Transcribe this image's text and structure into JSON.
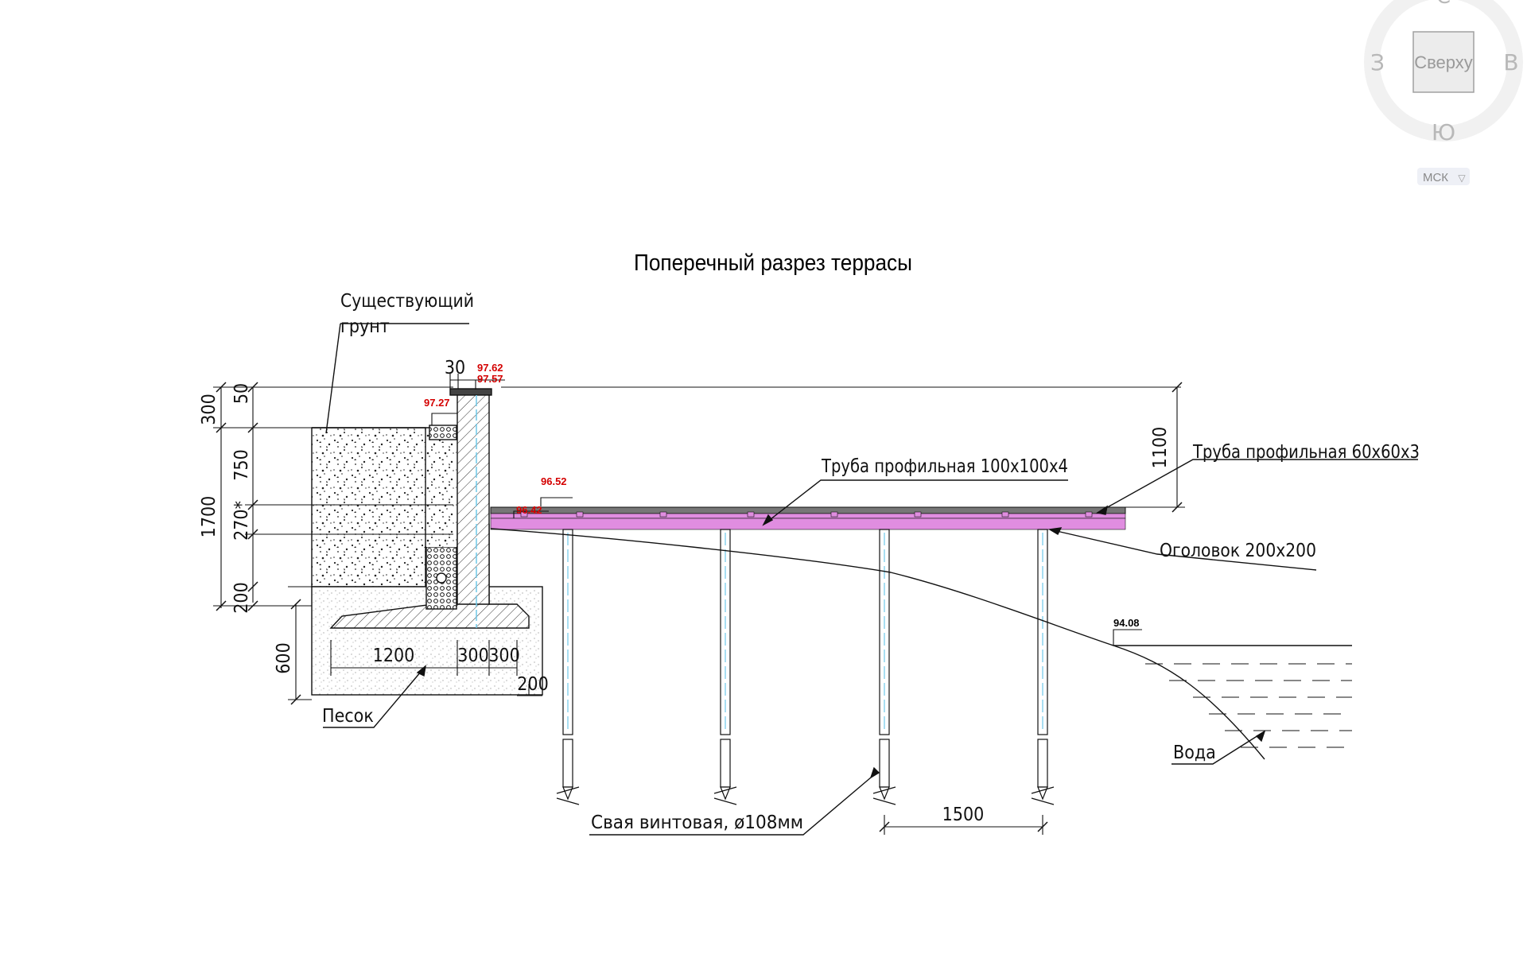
{
  "viewcube": {
    "north": "С",
    "west": "З",
    "east": "В",
    "south": "Ю",
    "face_label": "Сверху",
    "ucs_label": "МСК",
    "ucs_arrow": "▽"
  },
  "drawing": {
    "title": "Поперечный разрез террасы",
    "callouts": {
      "existing_soil_1": "Существующий",
      "existing_soil_2": "грунт",
      "sand": "Песок",
      "pipe_100": "Труба  профильная 100х100х4",
      "pipe_60": "Труба  профильная 60х60х3",
      "head": "Оголовок 200х200",
      "water": "Вода",
      "pile": "Свая  винтовая, ø108мм"
    },
    "dimensions": {
      "d30": "30",
      "d300": "300",
      "d50": "50",
      "d750": "750",
      "d1700": "1700",
      "d270": "270*",
      "d200a": "200",
      "d600": "600",
      "d1200": "1200",
      "d300b": "300",
      "d300c": "300",
      "d200b": "200",
      "d1100": "1100",
      "d1500": "1500"
    },
    "levels": {
      "l9762": "97.62",
      "l9757": "97.57",
      "l9727": "97.27",
      "l9652": "96.52",
      "l9642": "96.42",
      "l9408": "94.08"
    },
    "colors": {
      "line": "#111111",
      "beam": "#e08de0",
      "level_mark": "#d40000",
      "rebar": "#6ec8e8"
    }
  }
}
